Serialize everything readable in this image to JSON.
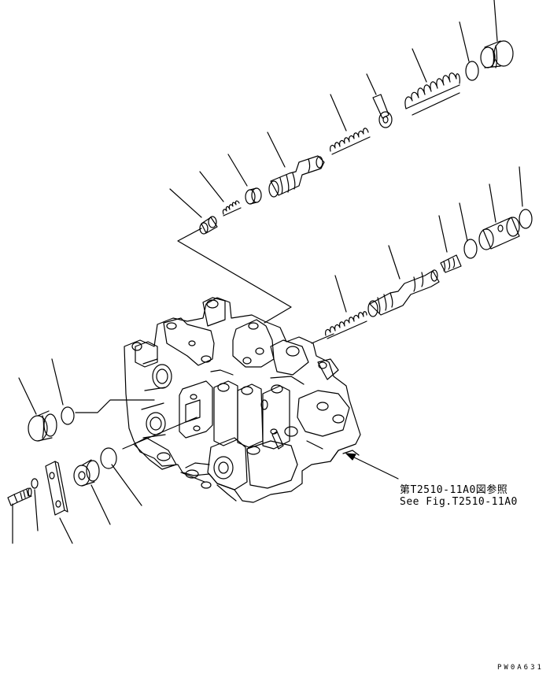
{
  "reference": {
    "japanese": "第T2510-11A0図参照",
    "english": "See Fig.T2510-11A0"
  },
  "drawing_code": "PW0A631"
}
